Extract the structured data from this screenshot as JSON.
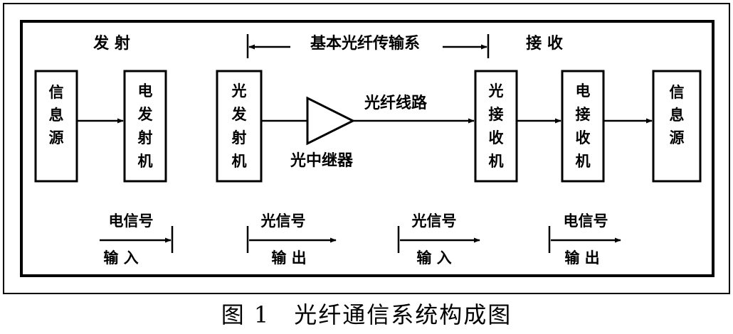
{
  "labels": {
    "transmit": "发 射",
    "system": "基本光纤传输系",
    "receive": "接 收",
    "fiber_line": "光纤线路",
    "repeater": "光中继器"
  },
  "blocks": {
    "info_source_left": [
      "信",
      "息",
      "源"
    ],
    "electric_transmitter": [
      "电",
      "发",
      "射",
      "机"
    ],
    "optical_transmitter": [
      "光",
      "发",
      "射",
      "机"
    ],
    "optical_receiver": [
      "光",
      "接",
      "收",
      "机"
    ],
    "electric_receiver": [
      "电",
      "接",
      "收",
      "机"
    ],
    "info_source_right": [
      "信",
      "息",
      "源"
    ]
  },
  "signals": [
    {
      "type": "电信号",
      "dir": "输 入"
    },
    {
      "type": "光信号",
      "dir": "输 出"
    },
    {
      "type": "光信号",
      "dir": "输 入"
    },
    {
      "type": "电信号",
      "dir": "输 出"
    }
  ],
  "caption": "图 1　光纤通信系统构成图"
}
